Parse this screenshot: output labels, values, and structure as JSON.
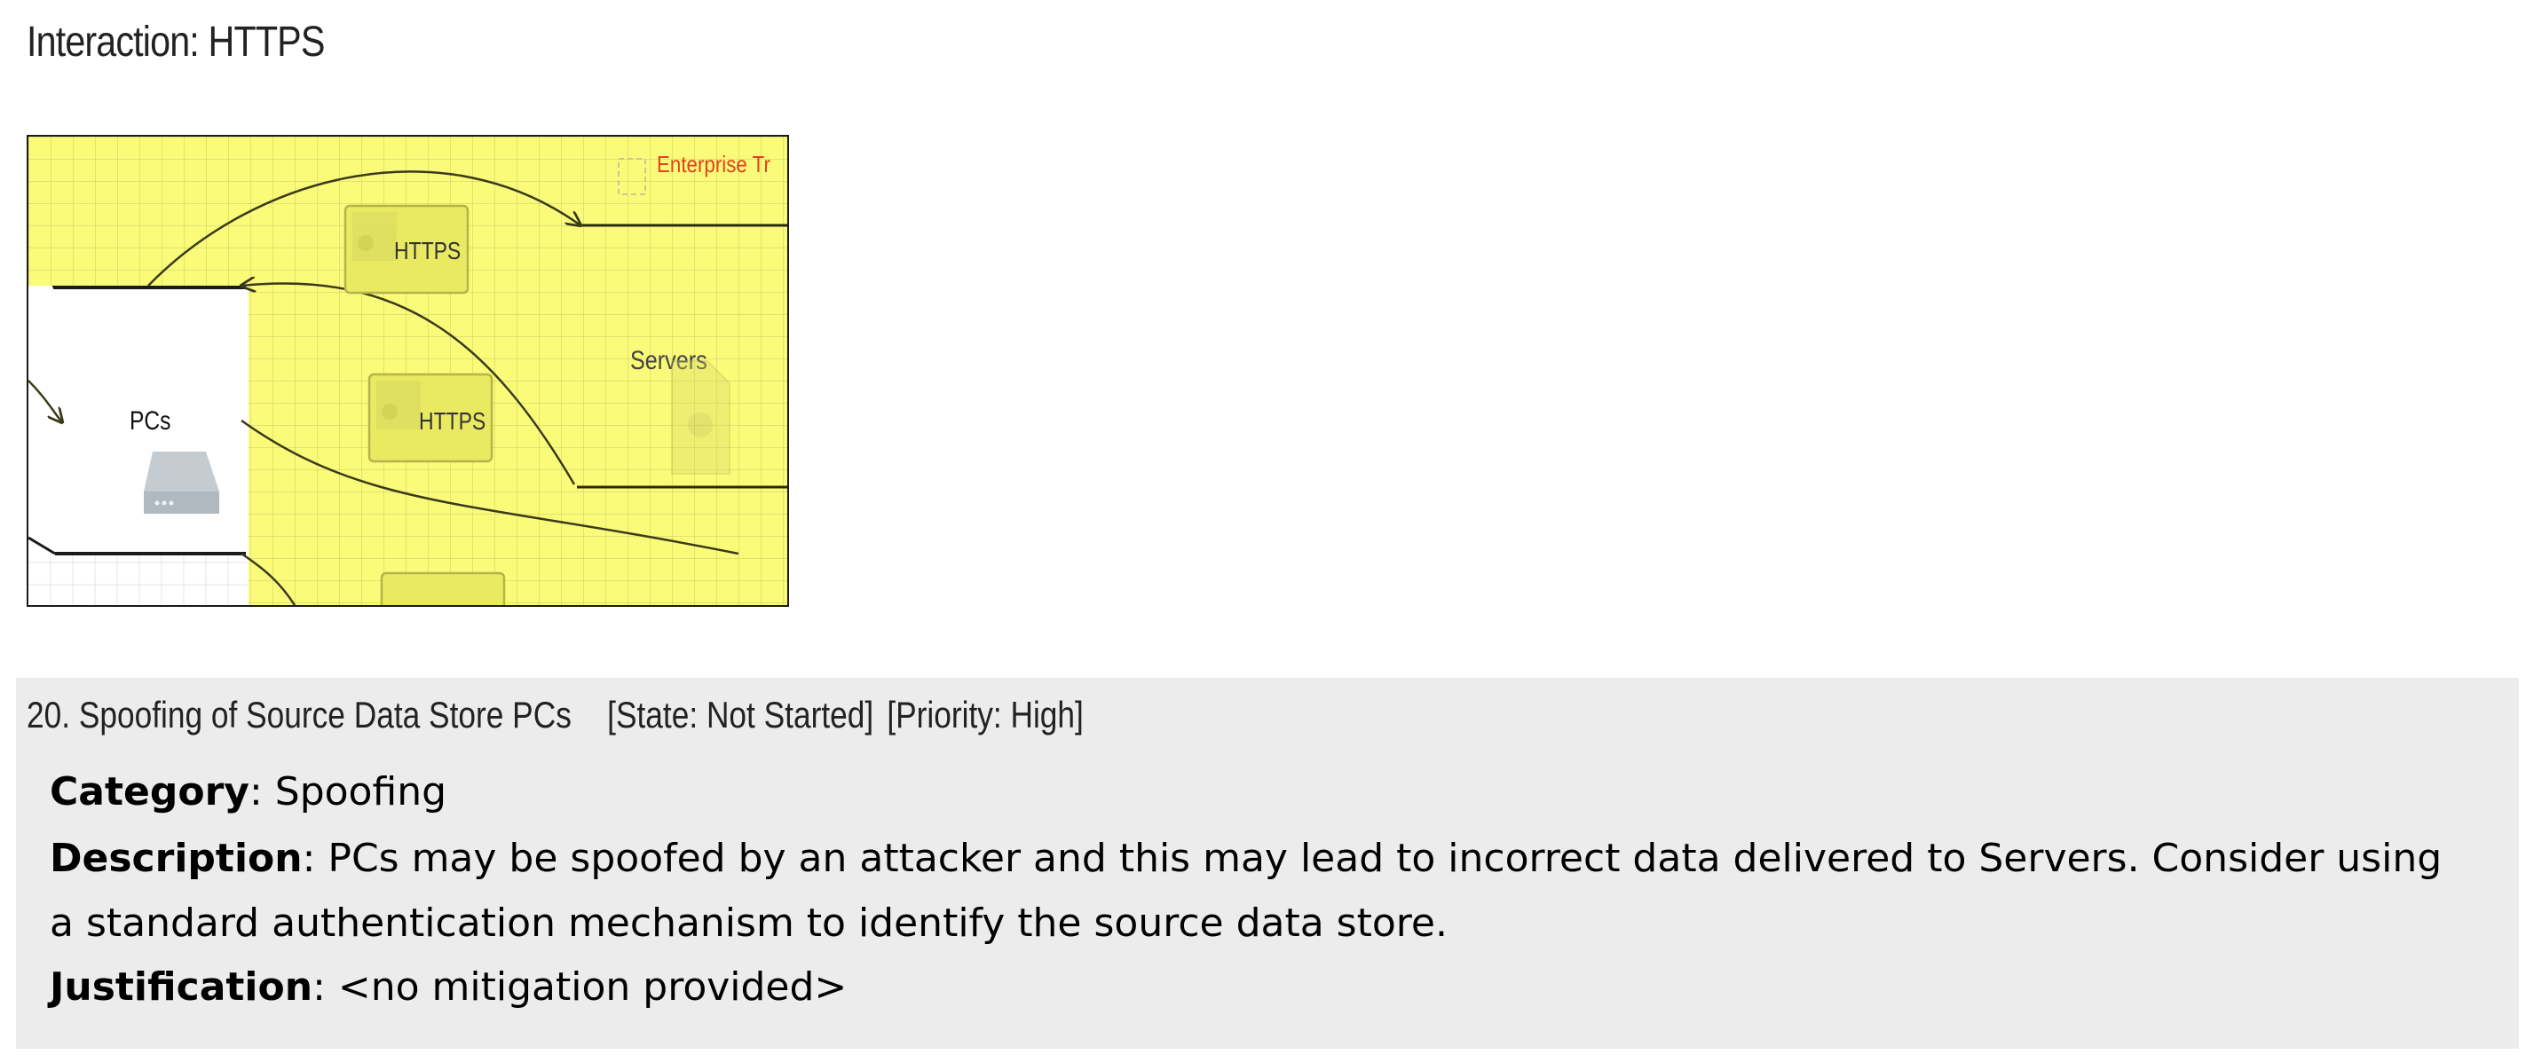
{
  "interaction": {
    "title": "Interaction: HTTPS"
  },
  "diagram": {
    "background_color": "#fbfb7a",
    "boundary_label": "Enterprise Tr",
    "boundary_label_color": "#e0421e",
    "flow_labels": [
      "HTTPS",
      "HTTPS"
    ],
    "servers_label": "Servers",
    "pcs_label": "PCs",
    "icons": [
      "flow-icon",
      "server-icon",
      "data-store-icon"
    ]
  },
  "threat": {
    "header": {
      "title": "20. Spoofing of Source Data Store PCs",
      "state": "[State: Not Started]",
      "priority": "[Priority: High]"
    },
    "category": {
      "label": "Category",
      "value": "Spoofing"
    },
    "description": {
      "label": "Description",
      "value": "PCs may be spoofed by an attacker and this may lead to incorrect data delivered to Servers. Consider using a standard authentication mechanism to identify the source data store."
    },
    "justification": {
      "label": "Justification",
      "value": "<no mitigation provided>"
    }
  }
}
